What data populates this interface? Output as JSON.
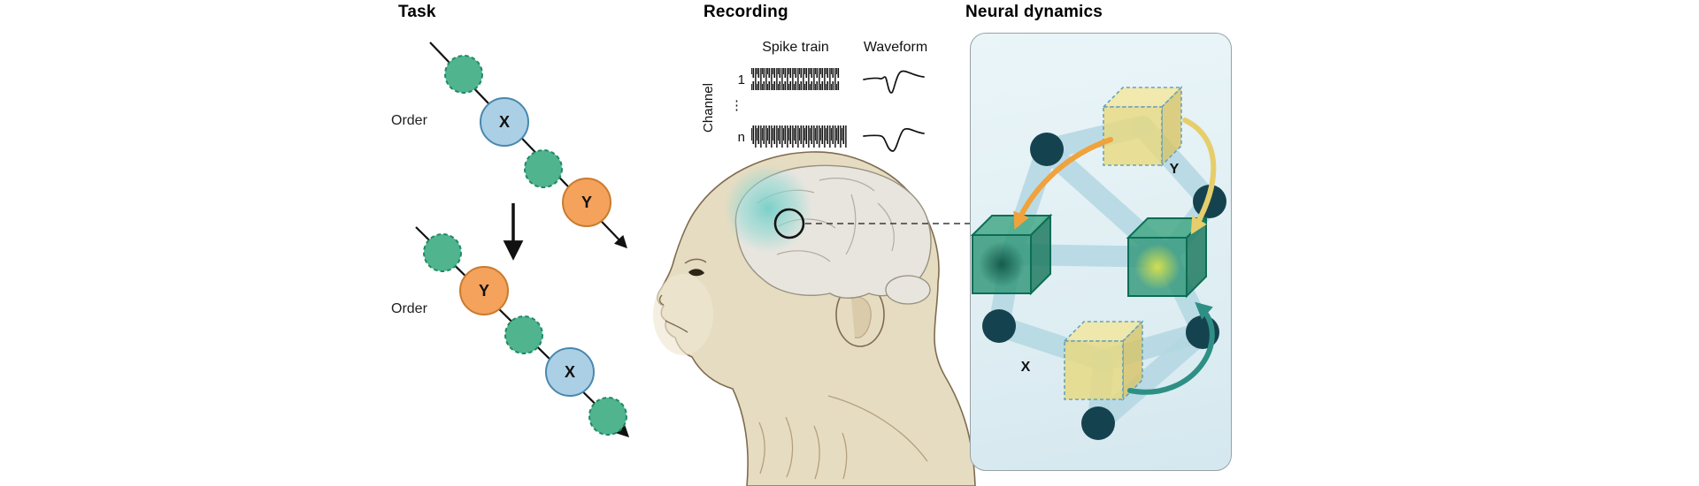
{
  "figure": {
    "panels": {
      "task": {
        "title": "Task",
        "order_label": "Order",
        "stimulus_x": "X",
        "stimulus_y": "Y"
      },
      "recording": {
        "title": "Recording",
        "spike_train_header": "Spike train",
        "waveform_header": "Waveform",
        "channel_axis_label": "Channel",
        "channel_first": "1",
        "channel_ellipsis": "⋮",
        "channel_last": "n"
      },
      "neural_dynamics": {
        "title": "Neural dynamics",
        "state_y_label": "Y",
        "state_x_label": "X"
      }
    },
    "colors": {
      "green_circle": "#50b58e",
      "blue_circle": "#abd0e6",
      "orange_circle": "#f4a25c",
      "panel_background": "#eaf5f8",
      "network_node": "#15424f",
      "network_edge": "#b3d7e2",
      "cube_yellow": "#e9d87b",
      "cube_green": "#2e9577",
      "arrow_orange": "#f0a23c",
      "arrow_yellow": "#e5ce6b",
      "arrow_teal": "#2e8f85",
      "brain_highlight": "#6fcdc7"
    }
  }
}
